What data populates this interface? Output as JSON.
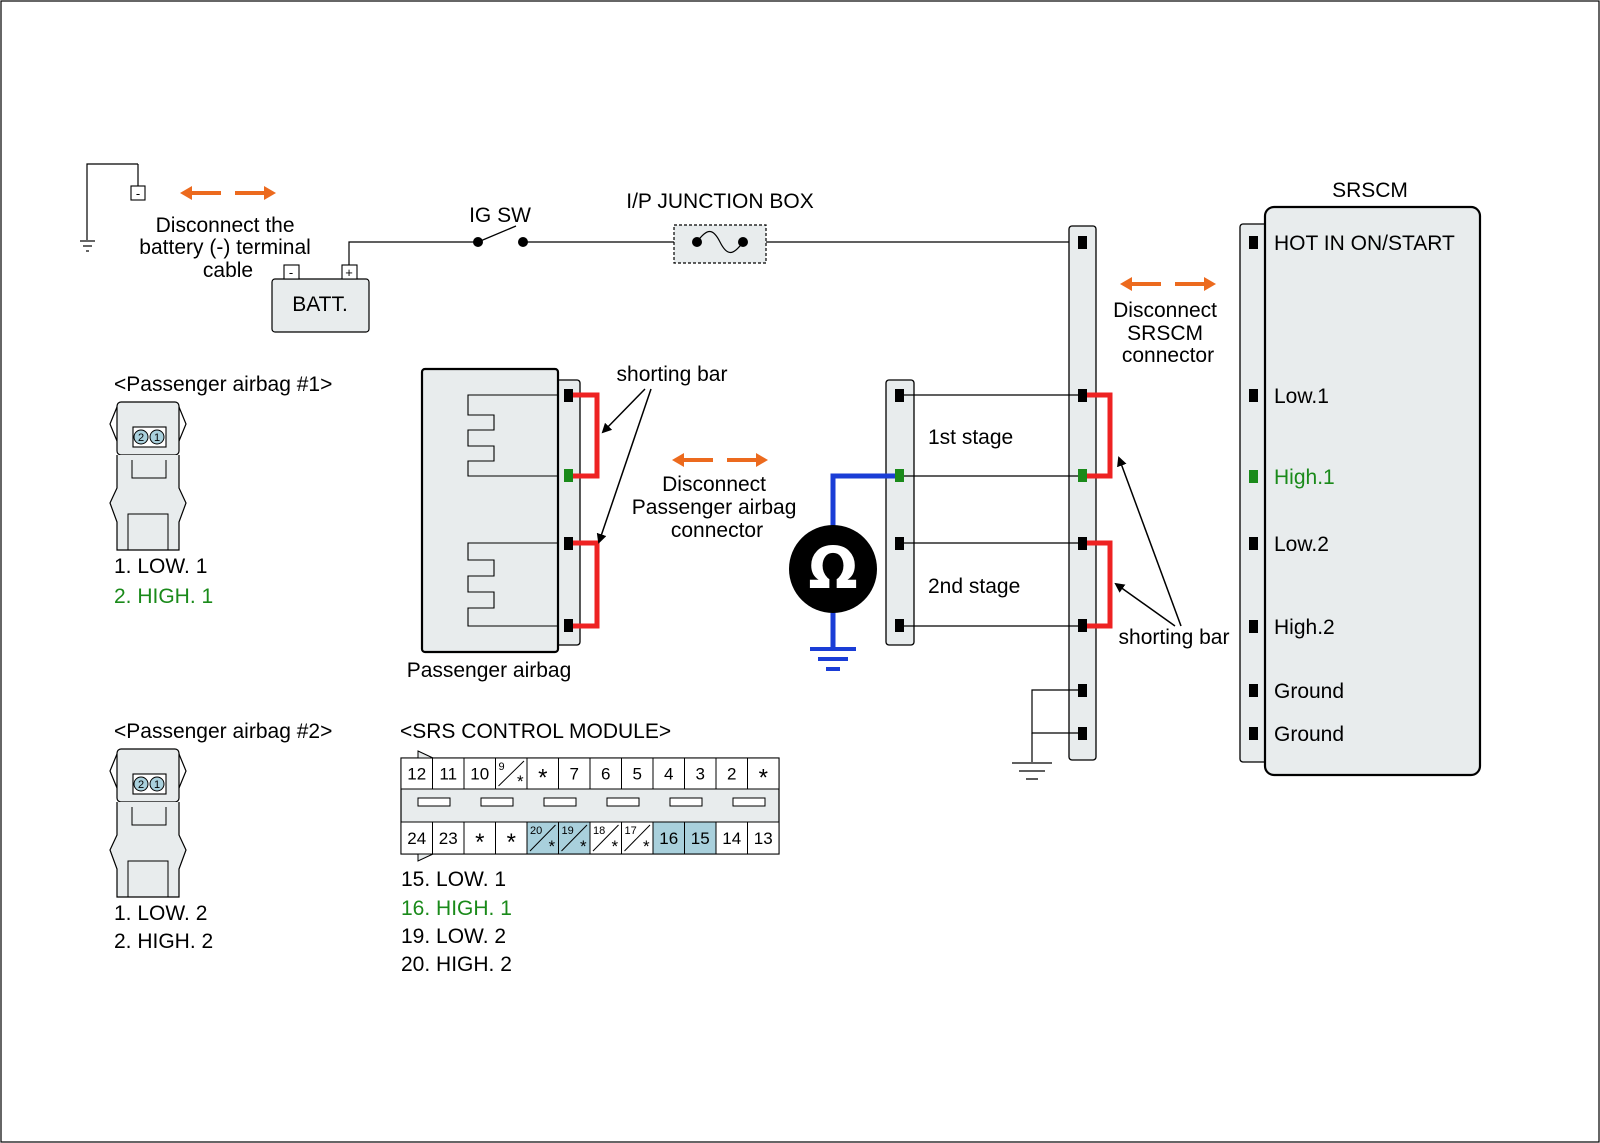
{
  "labels": {
    "disconnect_battery": [
      "Disconnect the",
      "battery (-) terminal",
      "cable"
    ],
    "ig_sw": "IG SW",
    "ip_junction_box": "I/P JUNCTION BOX",
    "batt": "BATT.",
    "batt_minus": "-",
    "batt_plus": "+",
    "ground_minus": "-",
    "srscm_title": "SRSCM",
    "disconnect_srscm": [
      "Disconnect",
      "SRSCM",
      "connector"
    ],
    "shorting_bar_top": "shorting bar",
    "shorting_bar_right": "shorting bar",
    "disconnect_airbag": [
      "Disconnect",
      "Passenger airbag",
      "connector"
    ],
    "stage1": "1st stage",
    "stage2": "2nd stage",
    "ohm": "Ω",
    "passenger_airbag": "Passenger airbag",
    "pa1_title": "<Passenger airbag #1>",
    "pa2_title": "<Passenger airbag #2>",
    "srs_module_title": "<SRS CONTROL MODULE>"
  },
  "srscm_pins": [
    {
      "label": "HOT IN ON/START",
      "highlight": false
    },
    {
      "label": "Low.1",
      "highlight": false
    },
    {
      "label": "High.1",
      "highlight": true
    },
    {
      "label": "Low.2",
      "highlight": false
    },
    {
      "label": "High.2",
      "highlight": false
    },
    {
      "label": "Ground",
      "highlight": false
    },
    {
      "label": "Ground",
      "highlight": false
    }
  ],
  "pa1_pins": [
    {
      "text": "1. LOW. 1",
      "highlight": false
    },
    {
      "text": "2. HIGH. 1",
      "highlight": true
    }
  ],
  "pa2_pins": [
    {
      "text": "1. LOW. 2",
      "highlight": false
    },
    {
      "text": "2. HIGH. 2",
      "highlight": false
    }
  ],
  "plug_numbers": {
    "left": "2",
    "right": "1"
  },
  "srs_module_pins": [
    {
      "text": "15. LOW. 1",
      "highlight": false
    },
    {
      "text": "16. HIGH. 1",
      "highlight": true
    },
    {
      "text": "19. LOW. 2",
      "highlight": false
    },
    {
      "text": "20. HIGH. 2",
      "highlight": false
    }
  ],
  "srs_connector": {
    "top_row": [
      "12",
      "11",
      "10",
      "9*",
      "*",
      "7",
      "6",
      "5",
      "4",
      "3",
      "2",
      "*"
    ],
    "bottom_row": [
      "24",
      "23",
      "*",
      "*",
      "20*",
      "19*",
      "18*",
      "17*",
      "16",
      "15",
      "14",
      "13"
    ],
    "highlight_cells": [
      "20*",
      "19*",
      "16",
      "15"
    ]
  },
  "colors": {
    "shorting_bar": "#ee2222",
    "meter_lead": "#1a3dd6",
    "highlight_text": "#1a8a1a",
    "disconnect_arrow": "#ec6a1e",
    "connector_fill": "#e8eced",
    "highlight_cell": "#a9d0dc"
  }
}
